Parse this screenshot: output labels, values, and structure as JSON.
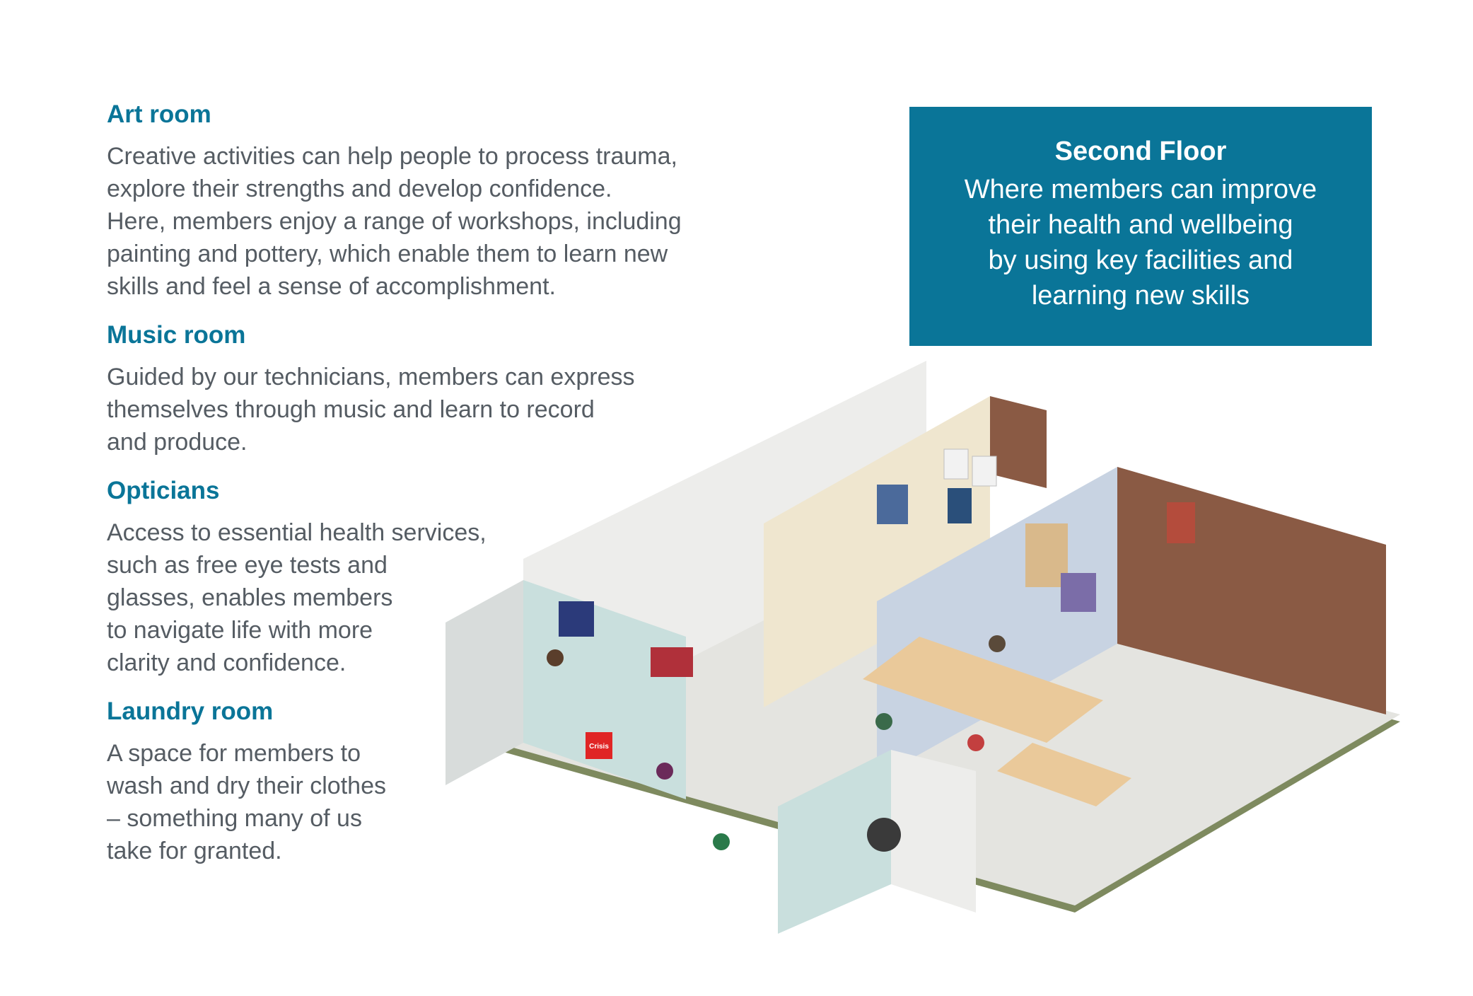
{
  "sections": [
    {
      "heading": "Art room",
      "body": "Creative activities can help people to process trauma,\nexplore their strengths and develop confidence.\nHere, members enjoy a range of workshops, including\npainting and pottery, which enable them to learn new\nskills and feel a sense of accomplishment."
    },
    {
      "heading": "Music room",
      "body": "Guided by our technicians, members can express\nthemselves through music and learn to record\nand produce."
    },
    {
      "heading": "Opticians",
      "body": "Access to essential health services,\nsuch as free eye tests and\nglasses, enables members\nto navigate life with more\nclarity and confidence."
    },
    {
      "heading": "Laundry room",
      "body": "A space for members to\nwash and dry their clothes\n– something many of us\ntake for granted."
    }
  ],
  "callout": {
    "title": "Second Floor",
    "body": "Where members can improve\ntheir health and wellbeing\nby using key facilities and\nlearning new skills"
  },
  "illustration": {
    "brand_sign": "Crisis",
    "colors": {
      "accent": "#0a7598",
      "floor": "#e4e4e0",
      "wall_light": "#ededeb",
      "wall_cream": "#efe6cf",
      "wall_blue": "#c8d3e2",
      "wall_teal": "#c9dfdd",
      "brick": "#8a5a44",
      "base": "#7e8a5f"
    }
  }
}
